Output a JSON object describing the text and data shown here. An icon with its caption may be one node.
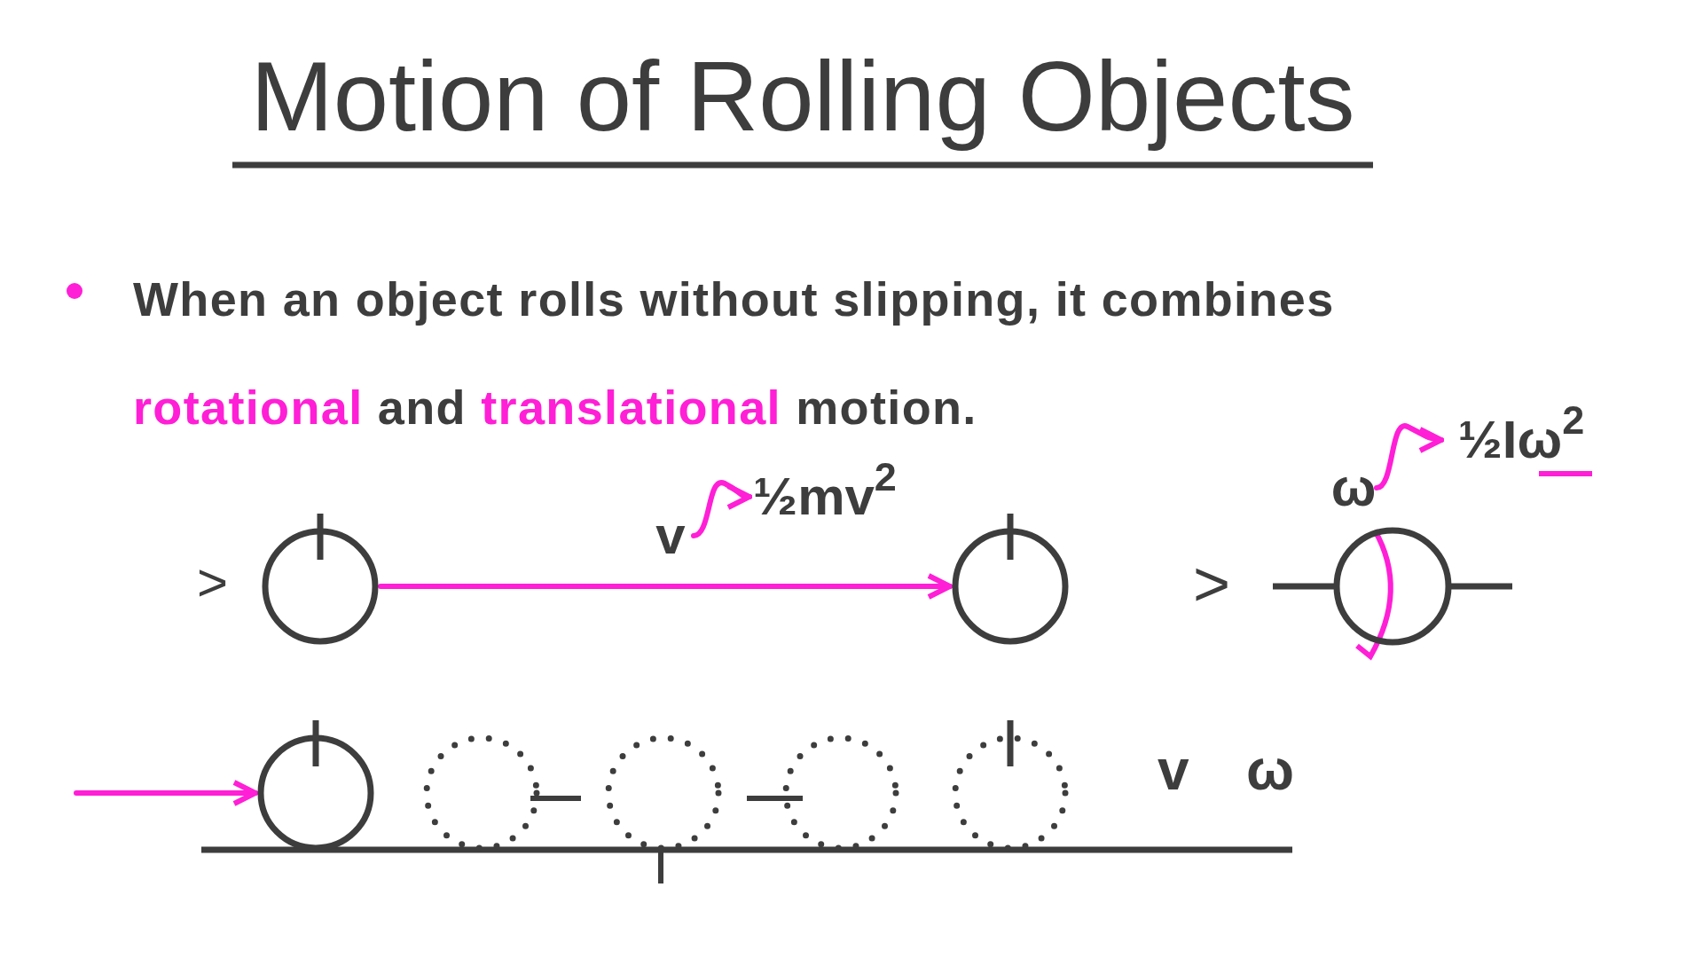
{
  "diagram": {
    "title": "Motion of Rolling Objects",
    "nodes": [
      {
        "text": [],
        "shape": "circle"
      },
      {
        "text": [
          "v"
        ]
      },
      {
        "text": [
          "½mv$^{2}$"
        ]
      },
      {
        "text": [],
        "shape": "circle"
      },
      {
        "text": [
          "ω"
        ]
      },
      {
        "text": [
          "½Iω$^{2}$"
        ]
      },
      {
        "text": [],
        "shape": "circle"
      },
      {
        "text": [],
        "shape": "circle"
      },
      {
        "text": [],
        "shape": "circle"
      },
      {
        "text": [],
        "shape": "circle"
      },
      {
        "text": [],
        "shape": "circle"
      },
      {
        "text": [],
        "shape": "circle"
      }
    ],
    "edges": [
      {
        "from": 0,
        "to": 3,
        "arrow": "to"
      },
      {
        "from": 1,
        "to": 2,
        "arrow": "to"
      },
      {
        "from": 4,
        "to": 5,
        "arrow": "to"
      },
      {
        "from": null,
        "to": 7,
        "arrow": "to"
      }
    ],
    "labels": [
      "When an object rolls without slipping, it combines **rotational** and **translational** motion.",
      ">",
      ">",
      "v",
      "ω"
    ]
  }
}
